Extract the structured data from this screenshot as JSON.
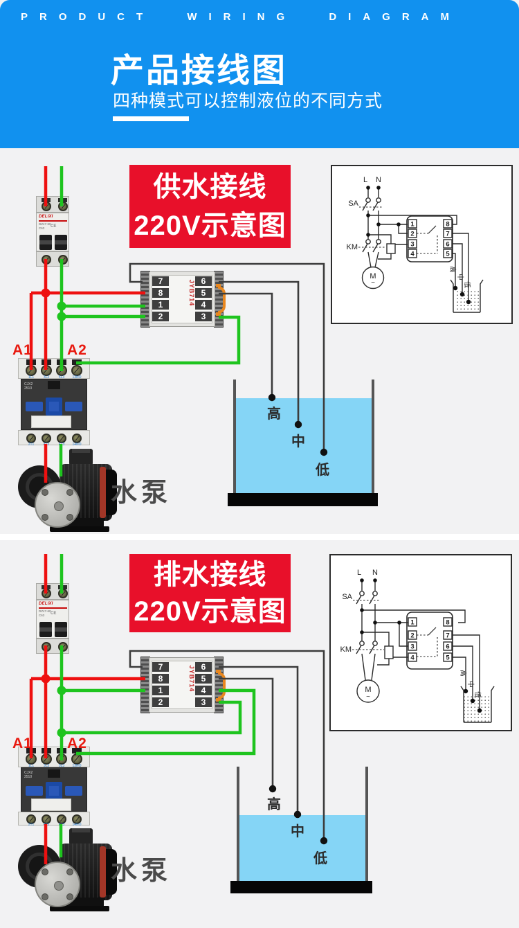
{
  "header": {
    "kicker": "PRODUCT WIRING DIAGRAM",
    "title": "产品接线图",
    "subtitle": "四种模式可以控制液位的不同方式"
  },
  "colors": {
    "header_blue": "#1191ef",
    "accent_red": "#e8102a",
    "wire_red": "#ee1010",
    "wire_green": "#1ec41e",
    "water_blue": "#85d5f6",
    "clip_orange": "#e8871f"
  },
  "sections": [
    {
      "id": "supply",
      "title_line1": "供水接线",
      "title_line2": "220V示意图",
      "breaker": {
        "brand": "DELIXI",
        "model": "DZ47-60",
        "rating": "C63",
        "ce": "CE"
      },
      "relay": {
        "model": "JYB714",
        "left": [
          "7",
          "8",
          "1",
          "2"
        ],
        "right": [
          "6",
          "5",
          "4",
          "3"
        ]
      },
      "contactor": {
        "a1": "A1",
        "a2": "A2",
        "model_line1": "CJX2",
        "model_line2": "2510",
        "top_labels": [
          "1L1",
          "3L2",
          "5L3",
          "13NO"
        ],
        "bottom_labels": [
          "2T1",
          "4T2",
          "6T3",
          "14NO"
        ]
      },
      "pump_label": "水泵",
      "tank": {
        "probes": [
          "高",
          "中",
          "低"
        ]
      },
      "schematic": {
        "l": "L",
        "n": "N",
        "sa": "SA",
        "km": "KM",
        "motor": "M",
        "motor_tilde": "~",
        "left_terminals": [
          "1",
          "2",
          "3",
          "4"
        ],
        "right_terminals": [
          "8",
          "7",
          "6",
          "5"
        ],
        "probes": [
          "高",
          "中",
          "低"
        ]
      }
    },
    {
      "id": "drain",
      "title_line1": "排水接线",
      "title_line2": "220V示意图",
      "breaker": {
        "brand": "DELIXI",
        "model": "DZ47-60",
        "rating": "C63",
        "ce": "CE"
      },
      "relay": {
        "model": "JYB714",
        "left": [
          "7",
          "8",
          "1",
          "2"
        ],
        "right": [
          "6",
          "5",
          "4",
          "3"
        ]
      },
      "contactor": {
        "a1": "A1",
        "a2": "A2",
        "model_line1": "CJX2",
        "model_line2": "2510",
        "top_labels": [
          "1L1",
          "3L2",
          "5L3",
          "13NO"
        ],
        "bottom_labels": [
          "2T1",
          "4T2",
          "6T3",
          "14NO"
        ]
      },
      "pump_label": "水泵",
      "tank": {
        "probes": [
          "高",
          "中",
          "低"
        ]
      },
      "schematic": {
        "l": "L",
        "n": "N",
        "sa": "SA",
        "km": "KM",
        "motor": "M",
        "motor_tilde": "~",
        "left_terminals": [
          "1",
          "2",
          "3",
          "4"
        ],
        "right_terminals": [
          "8",
          "7",
          "6",
          "5"
        ],
        "probes": [
          "高",
          "中",
          "低"
        ]
      }
    }
  ]
}
